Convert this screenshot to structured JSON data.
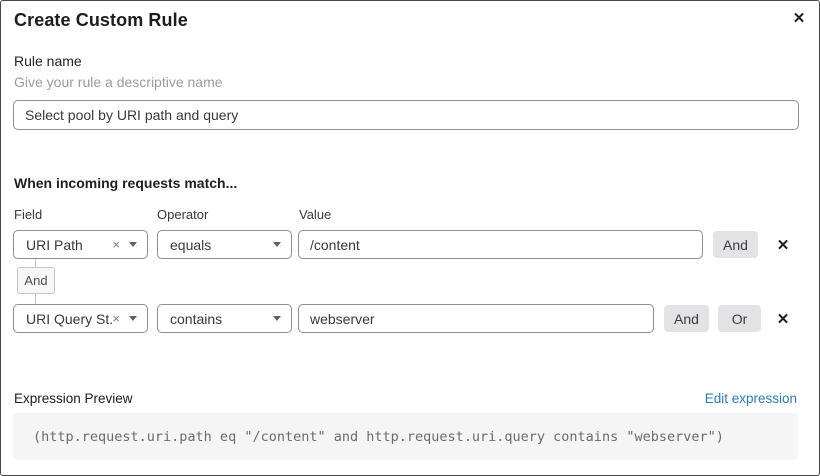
{
  "dialog": {
    "title": "Create Custom Rule"
  },
  "icons": {
    "close": "✕",
    "clear": "×",
    "delete": "✕"
  },
  "rule_name": {
    "label": "Rule name",
    "helper": "Give your rule a descriptive name",
    "value": "Select pool by URI path and query"
  },
  "match_section": {
    "heading": "When incoming requests match...",
    "columns": {
      "field": "Field",
      "operator": "Operator",
      "value": "Value"
    },
    "rows": [
      {
        "field": "URI Path",
        "operator": "equals",
        "value": "/content",
        "and_label": "And"
      },
      {
        "field": "URI Query St...",
        "operator": "contains",
        "value": "webserver",
        "and_label": "And",
        "or_label": "Or"
      }
    ],
    "connector_label": "And"
  },
  "expression": {
    "label": "Expression Preview",
    "edit_link": "Edit expression",
    "code": "(http.request.uri.path eq \"/content\" and http.request.uri.query contains \"webserver\")"
  },
  "colors": {
    "link_blue": "#2e7cba",
    "button_gray": "#e3e3e5",
    "code_bg": "#f5f5f6",
    "border_gray": "#8f8f91"
  }
}
